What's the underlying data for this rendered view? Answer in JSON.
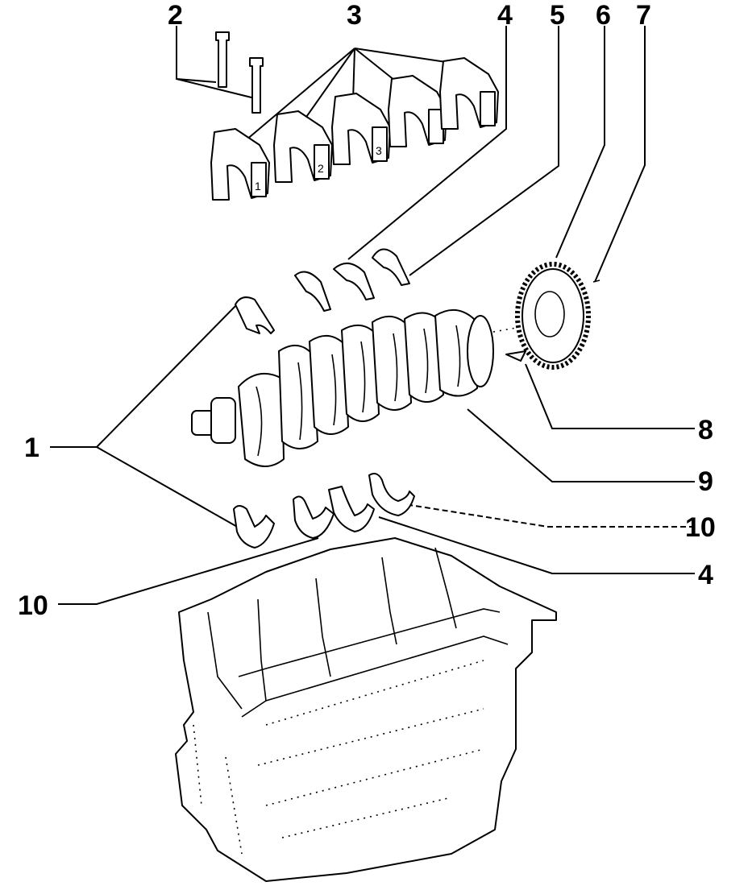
{
  "callouts": {
    "c1": "1",
    "c2": "2",
    "c3": "3",
    "c4_top": "4",
    "c5": "5",
    "c6": "6",
    "c7": "7",
    "c8": "8",
    "c9": "9",
    "c10_right": "10",
    "c4_bottom": "4",
    "c10_left": "10"
  },
  "cap_numbers": [
    "1",
    "2",
    "3"
  ]
}
